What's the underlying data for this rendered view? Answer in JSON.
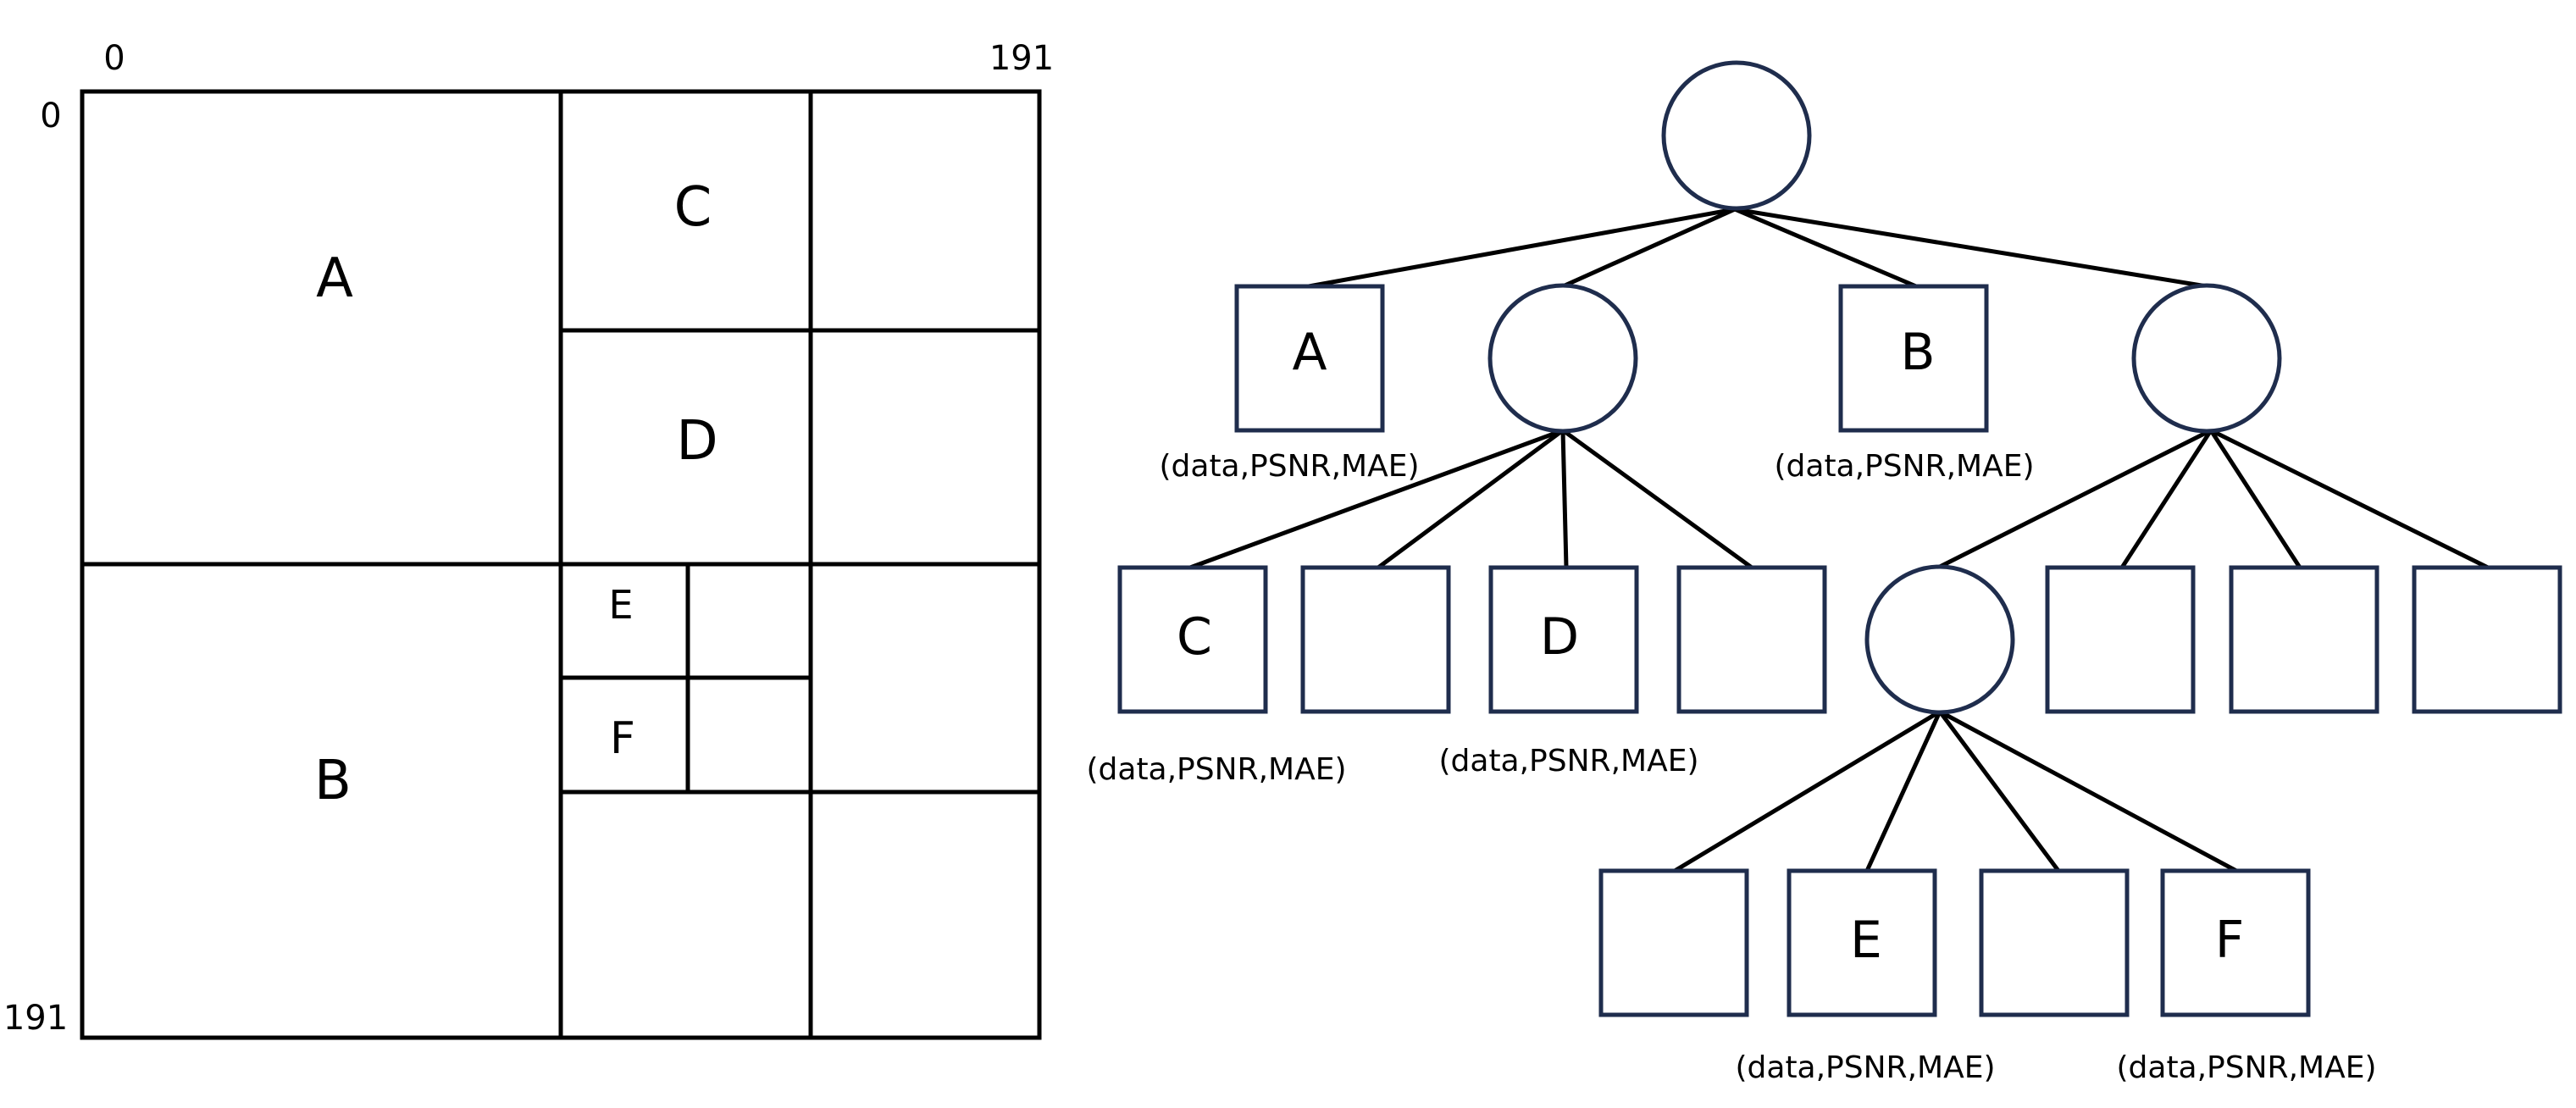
{
  "colors": {
    "line": "#000000",
    "node_outline": "#1f2d4d",
    "background": "#ffffff"
  },
  "grid": {
    "axis_labels": {
      "x_start": "0",
      "x_end": "191",
      "y_start": "0",
      "y_end": "191"
    },
    "regions": {
      "A": "A",
      "B": "B",
      "C": "C",
      "D": "D",
      "E": "E",
      "F": "F"
    }
  },
  "tree": {
    "annotation_text": "(data,PSNR,MAE)",
    "nodes": {
      "A": "A",
      "B": "B",
      "C": "C",
      "D": "D",
      "E": "E",
      "F": "F"
    }
  }
}
